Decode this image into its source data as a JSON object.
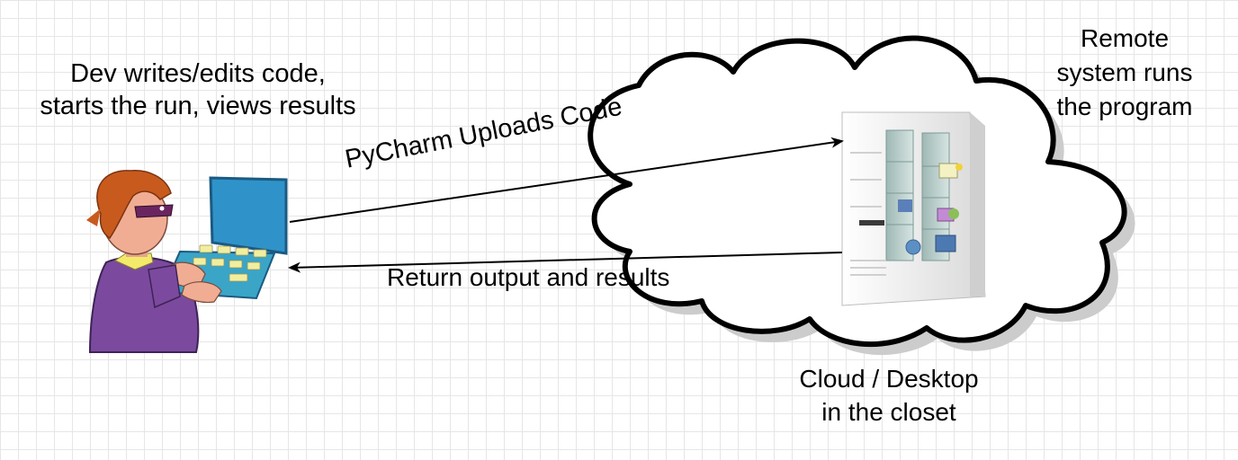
{
  "diagram": {
    "developer_caption": {
      "line1": "Dev writes/edits code,",
      "line2": "starts the run, views results"
    },
    "remote_caption": {
      "line1": "Remote",
      "line2": "system runs",
      "line3": "the program"
    },
    "cloud_caption": {
      "line1": "Cloud / Desktop",
      "line2": "in the closet"
    },
    "upload_arrow_label": "PyCharm Uploads Code",
    "return_arrow_label": "Return output and results"
  },
  "icons": {
    "developer": "developer-with-laptop-icon",
    "server": "server-rack-icon",
    "cloud": "cloud-shape"
  },
  "colors": {
    "grid": "#e6e6e6",
    "cloud_stroke": "#000000",
    "cloud_shadow": "#cccccc",
    "shirt": "#7b4a9e",
    "hair": "#c85a1e",
    "laptop_screen": "#2f93c9",
    "keys": "#f2eea0"
  }
}
